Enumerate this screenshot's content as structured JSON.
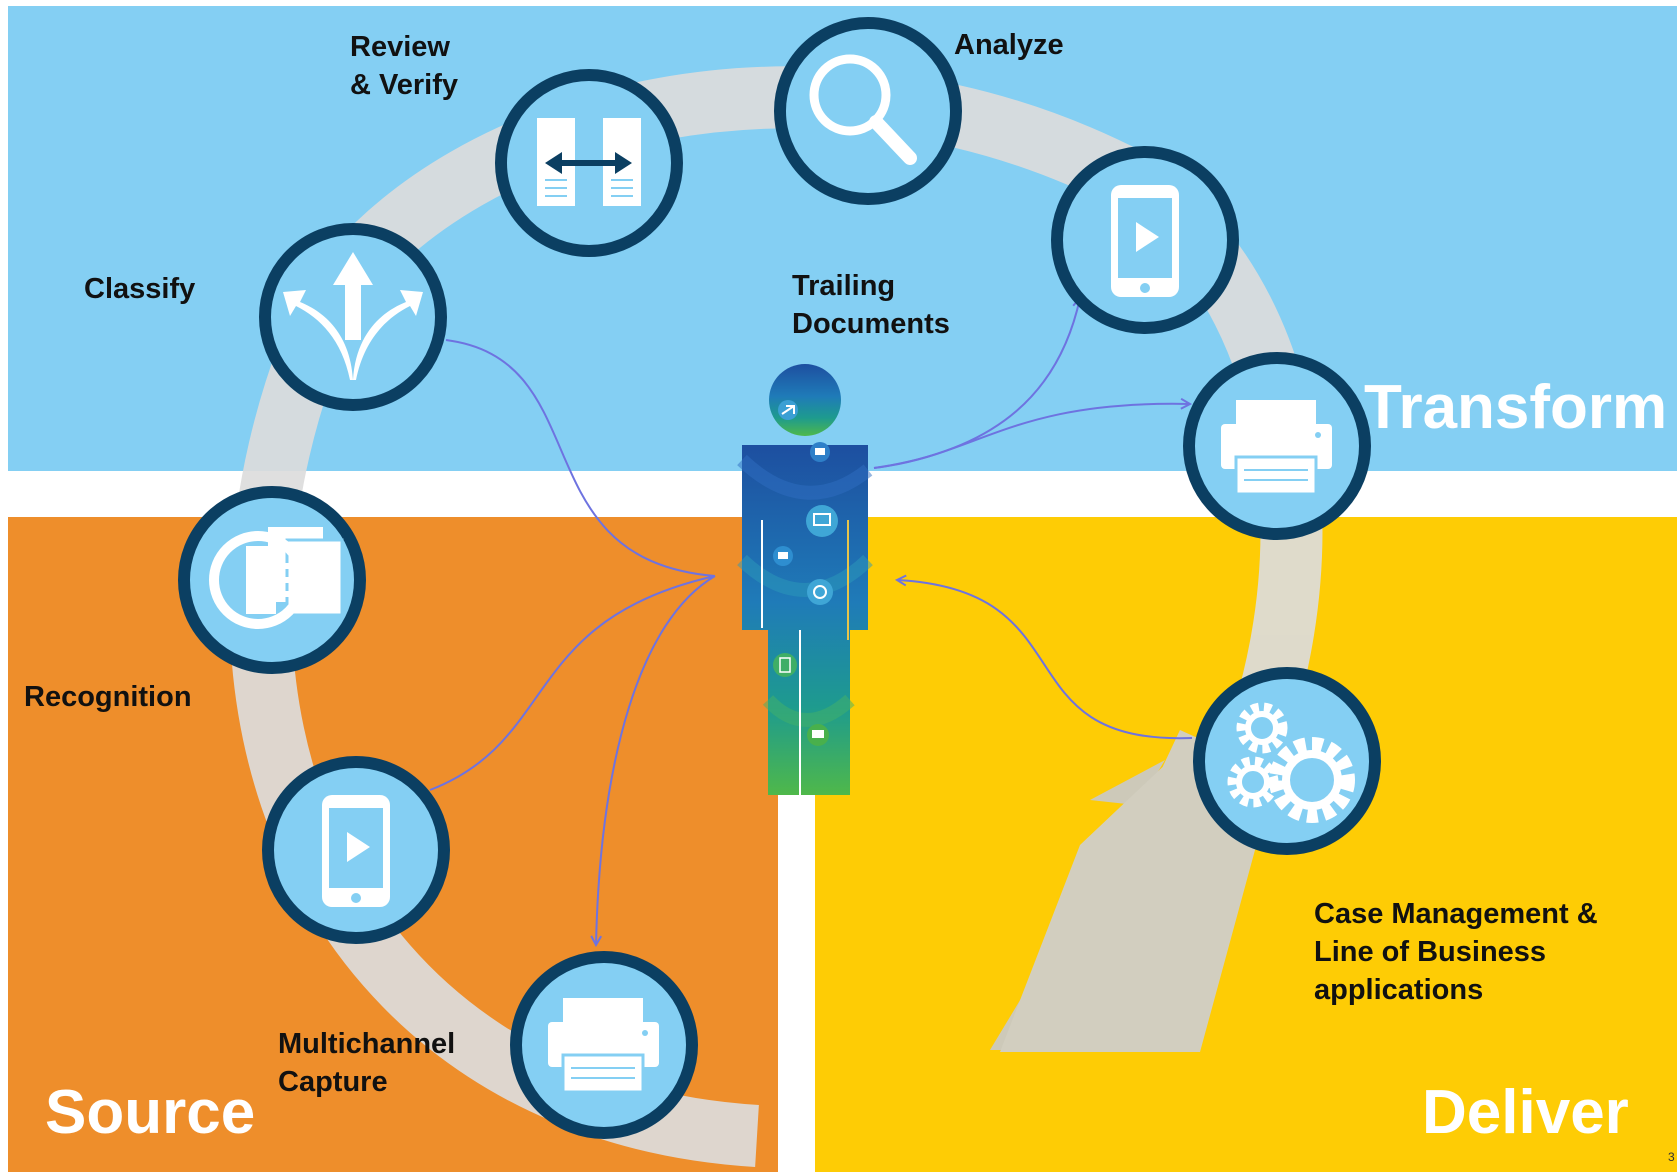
{
  "colors": {
    "transform_bg": "#84CFF3",
    "source_bg": "#EE8E2B",
    "deliver_bg": "#FECC05",
    "arc": "#DCDCDC",
    "icon_circle_fill": "#84CFF3",
    "icon_circle_border": "#0B3F62",
    "connector": "#6E73E0"
  },
  "quadrants": {
    "transform": "Transform",
    "source": "Source",
    "deliver": "Deliver"
  },
  "stages": [
    {
      "id": "review-verify",
      "label": "Review\n& Verify",
      "icon": "compare-documents-icon"
    },
    {
      "id": "analyze",
      "label": "Analyze",
      "icon": "magnifier-icon"
    },
    {
      "id": "classify",
      "label": "Classify",
      "icon": "split-arrows-icon"
    },
    {
      "id": "recognition",
      "label": "Recognition",
      "icon": "ocr-document-icon"
    },
    {
      "id": "multichannel-capture",
      "label": "Multichannel\nCapture",
      "icon": "printer-icon"
    },
    {
      "id": "trailing-documents",
      "label": "Trailing\nDocuments",
      "icon": "mobile-icon"
    },
    {
      "id": "case-management",
      "label": "Case Management &\nLine of Business\napplications",
      "icon": "gears-icon"
    }
  ],
  "page_number": "3"
}
